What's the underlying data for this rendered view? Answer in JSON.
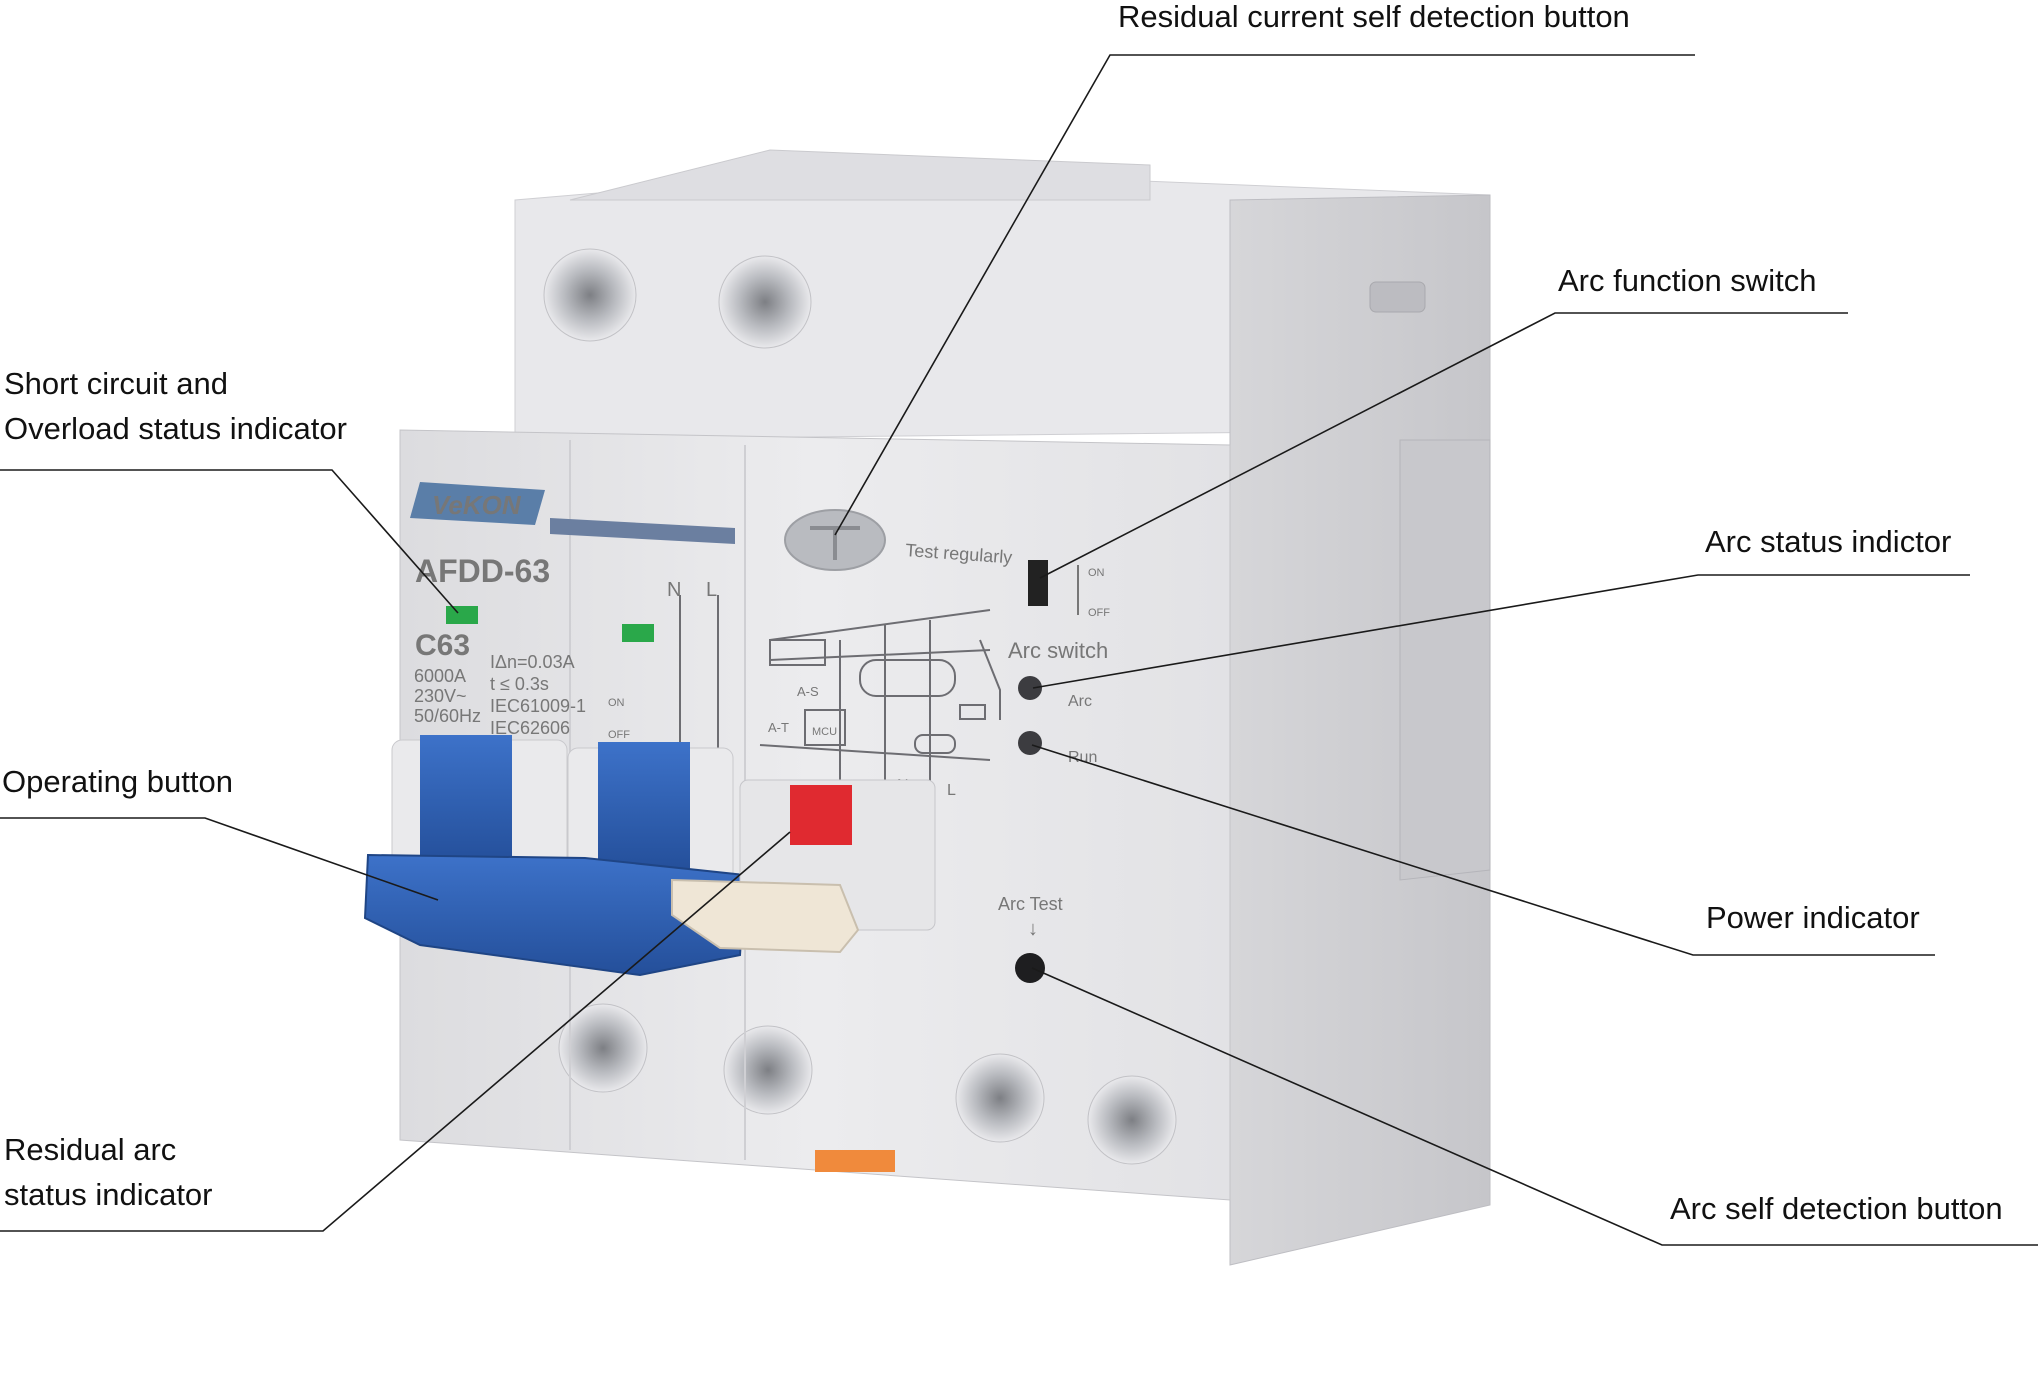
{
  "callouts": {
    "residual_current_button": "Residual current self detection button",
    "arc_function_switch": "Arc function switch",
    "short_circuit_line1": "Short circuit and",
    "short_circuit_line2": "Overload status indicator",
    "arc_status": "Arc status indictor",
    "operating_button": "Operating button",
    "power_indicator": "Power indicator",
    "residual_arc_line1": "Residual arc",
    "residual_arc_line2": "status indicator",
    "arc_self_detection": "Arc self detection button"
  },
  "device": {
    "brand": "VeKON",
    "model": "AFDD-63",
    "rating": "C63",
    "specs": [
      "6000A",
      "230V~",
      "50/60Hz"
    ],
    "params": [
      "IΔn=0.03A",
      "t ≤ 0.3s",
      "IEC61009-1",
      "IEC62606"
    ],
    "test_regularly": "Test regularly",
    "arc_switch": "Arc switch",
    "arc": "Arc",
    "run": "Run",
    "arc_test": "Arc Test",
    "on": "ON",
    "off": "OFF",
    "n": "N",
    "l": "L",
    "a_s": "A-S",
    "a_t": "A-T",
    "mcu": "MCU",
    "arrow_down": "↓"
  },
  "colors": {
    "housing": "#e4e4e6",
    "toggle_blue": "#2e5fb3",
    "indicator_red": "#e02a30",
    "led_green": "#2aa84a"
  }
}
